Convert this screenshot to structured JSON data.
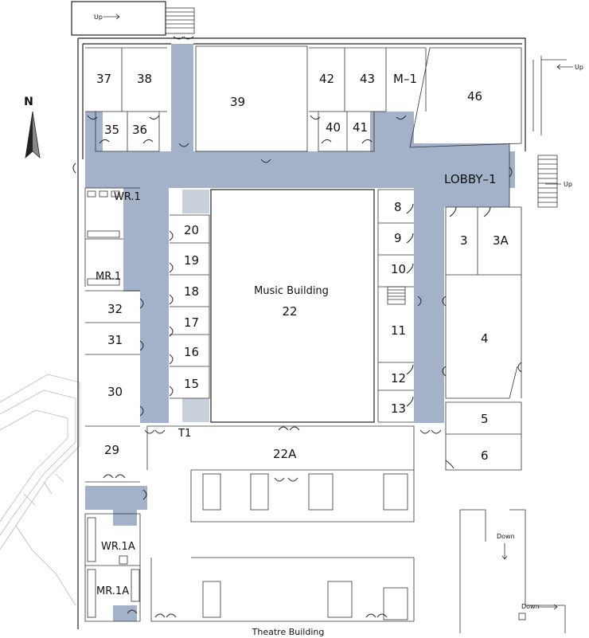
{
  "map": {
    "north_label": "N",
    "rooms": {
      "r37": "37",
      "r38": "38",
      "r39": "39",
      "r42": "42",
      "r43": "43",
      "rM1": "M–1",
      "r46": "46",
      "r35": "35",
      "r36": "36",
      "r40": "40",
      "r41": "41",
      "lobby": "LOBBY–1",
      "wr1": "WR.1",
      "mr1": "MR.1",
      "r20": "20",
      "r19": "19",
      "r18": "18",
      "r17": "17",
      "r16": "16",
      "r15": "15",
      "r32": "32",
      "r31": "31",
      "r30": "30",
      "r29": "29",
      "t1": "T1",
      "r8": "8",
      "r9": "9",
      "r10": "10",
      "r11": "11",
      "r12": "12",
      "r13": "13",
      "r3": "3",
      "r3a": "3A",
      "r4": "4",
      "r5": "5",
      "r6": "6",
      "music_name": "Music Building",
      "music_num": "22",
      "r22a": "22A",
      "wr1a": "WR.1A",
      "mr1a": "MR.1A"
    },
    "directions": {
      "up_top_left": "Up",
      "up_top_right": "Up",
      "up_right": "Up",
      "down_1": "Down",
      "down_2": "Down"
    },
    "footer": "Theatre Building",
    "colors": {
      "corridor": "#a3b2c8",
      "light_corridor": "#c8d0dc",
      "wall": "#222222"
    }
  }
}
